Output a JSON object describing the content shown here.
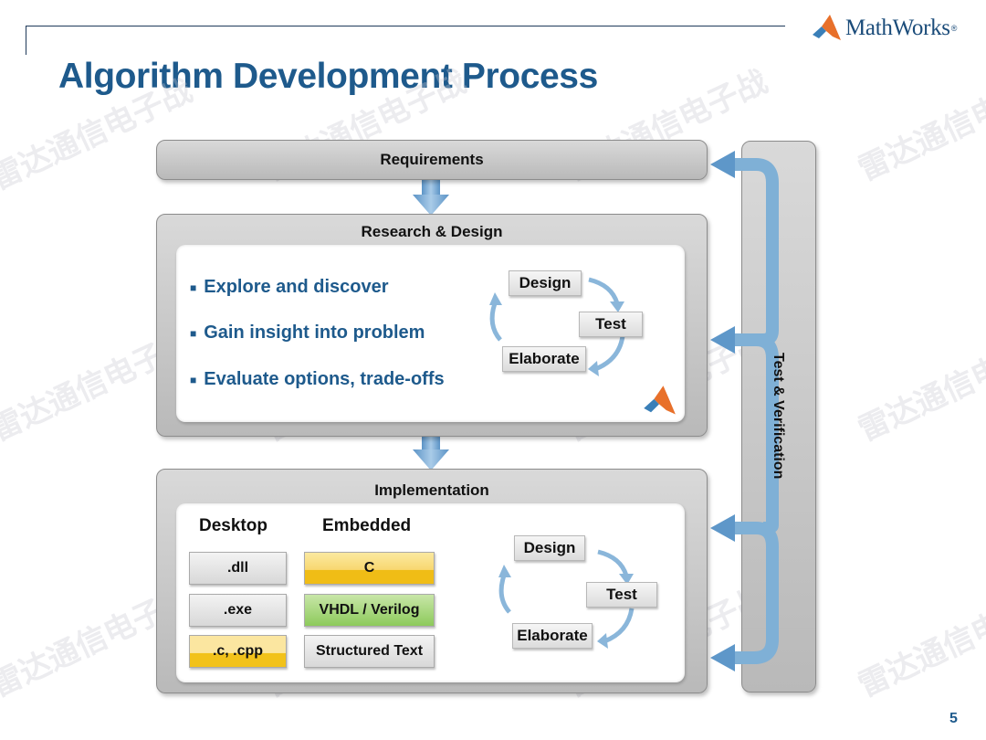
{
  "header": {
    "brand": "MathWorks",
    "brand_mark": "®",
    "title": "Algorithm Development Process",
    "page_number": "5"
  },
  "diagram": {
    "requirements": {
      "label": "Requirements"
    },
    "research_design": {
      "label": "Research & Design",
      "bullets": [
        "Explore and discover",
        "Gain insight into problem",
        "Evaluate options, trade-offs"
      ],
      "cycle": {
        "design": "Design",
        "test": "Test",
        "elaborate": "Elaborate"
      }
    },
    "implementation": {
      "label": "Implementation",
      "desktop": {
        "heading": "Desktop",
        "items": [
          ".dll",
          ".exe",
          ".c, .cpp"
        ]
      },
      "embedded": {
        "heading": "Embedded",
        "items": [
          "C",
          "VHDL / Verilog",
          "Structured Text"
        ]
      },
      "cycle": {
        "design": "Design",
        "test": "Test",
        "elaborate": "Elaborate"
      }
    },
    "test_verification": {
      "label": "Test & Verification"
    }
  },
  "watermark": "雷达通信电子战",
  "colors": {
    "title_blue": "#1e5a8c",
    "arrow_blue": "#7fb0d6",
    "chip_yellow": "#f2c21a",
    "chip_green": "#8dca5b"
  }
}
